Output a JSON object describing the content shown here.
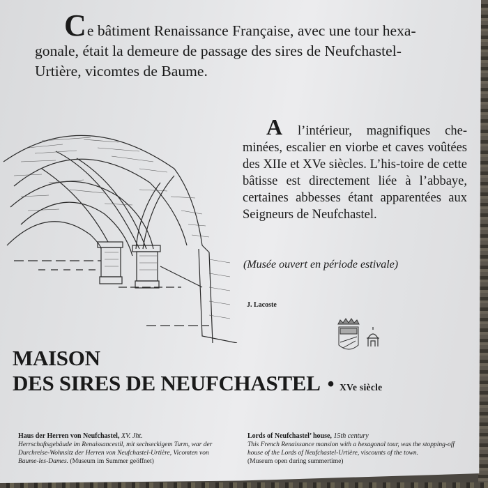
{
  "intro": {
    "dropcap": "C",
    "text_line1": "e bâtiment Renaissance Française, avec une tour hexa-",
    "text_line2": "gonale, était la demeure de passage des sires de Neufchastel-",
    "text_line3": "Urtière, vicomtes de Baume."
  },
  "interior": {
    "dropcap": "A",
    "text_line1": " l’intérieur,  magnifiques che-",
    "text_rest": "minées, escalier en viorbe et caves voûtées des XIIe et XVe siècles. L’his-toire de cette bâtisse est directement liée  à l’abbaye, certaines abbesses étant apparentées aux Seigneurs de Neufchastel."
  },
  "museum_note": "(Musée ouvert en période estivale)",
  "author": "J. Lacoste",
  "title": {
    "line1": "MAISON",
    "line2": "DES SIRES DE NEUFCHASTEL",
    "bullet": "•",
    "century": "XVe siècle"
  },
  "captions": {
    "german": {
      "heading": "Haus der Herren von Neufchastel,",
      "heading_italic": " XV. Jht.",
      "body": "Herrschaftsgebäude im Renaissancestil, mit sechseckigem Turm, war der Durchreise-Wohnsitz der Herren von Neufchastel-Urtière, Vicomten von Baume-les-Dames.",
      "tail": " (Museum im Summer geöffnet)"
    },
    "english": {
      "heading": "Lords of Neufchastel’ house,",
      "heading_italic": " 15th century",
      "body": "This French Renaissance mansion with a hexagonal tour, was the stopping-off house of the Lords of Neufchastel-Urtière, viscounts of the town.",
      "tail": "(Museum open during summertime)"
    }
  },
  "illustration": {
    "subject": "vaulted-cellar-drawing",
    "emblems": [
      "coat-of-arms-icon",
      "tower-monument-icon"
    ]
  },
  "colors": {
    "plaque": "#e6e7e9",
    "ink": "#1a1a1a",
    "stone": "#4a4640"
  }
}
